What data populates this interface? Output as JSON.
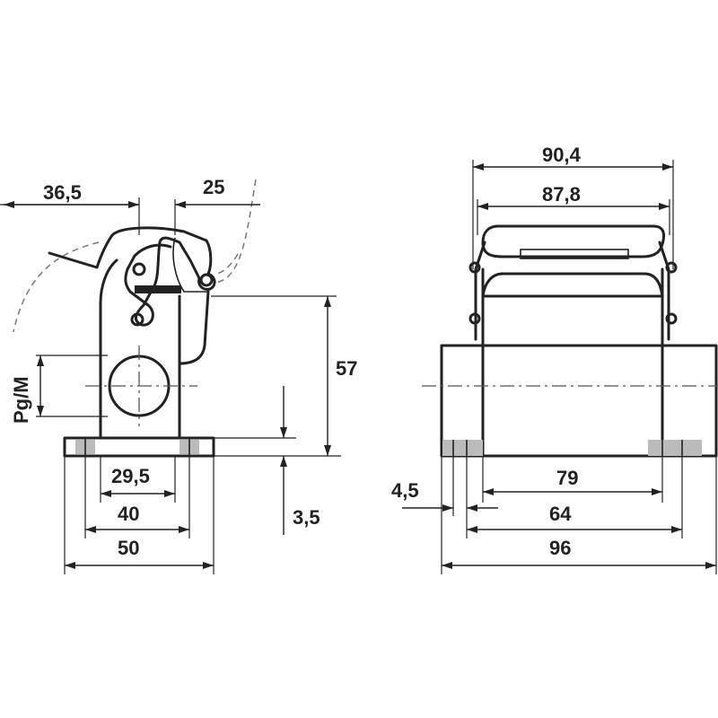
{
  "side_view": {
    "dim_width_top_left": "36,5",
    "dim_width_top_right": "25",
    "dim_height": "57",
    "dim_thread": "Pg/M",
    "dim_base_thickness": "3,5",
    "dim_hole_spacing": "29,5",
    "dim_base_inner": "40",
    "dim_base_outer": "50"
  },
  "front_view": {
    "dim_top_outer": "90,4",
    "dim_top_inner": "87,8",
    "dim_inner": "79",
    "dim_offset": "4,5",
    "dim_hole_spacing": "64",
    "dim_overall": "96"
  }
}
